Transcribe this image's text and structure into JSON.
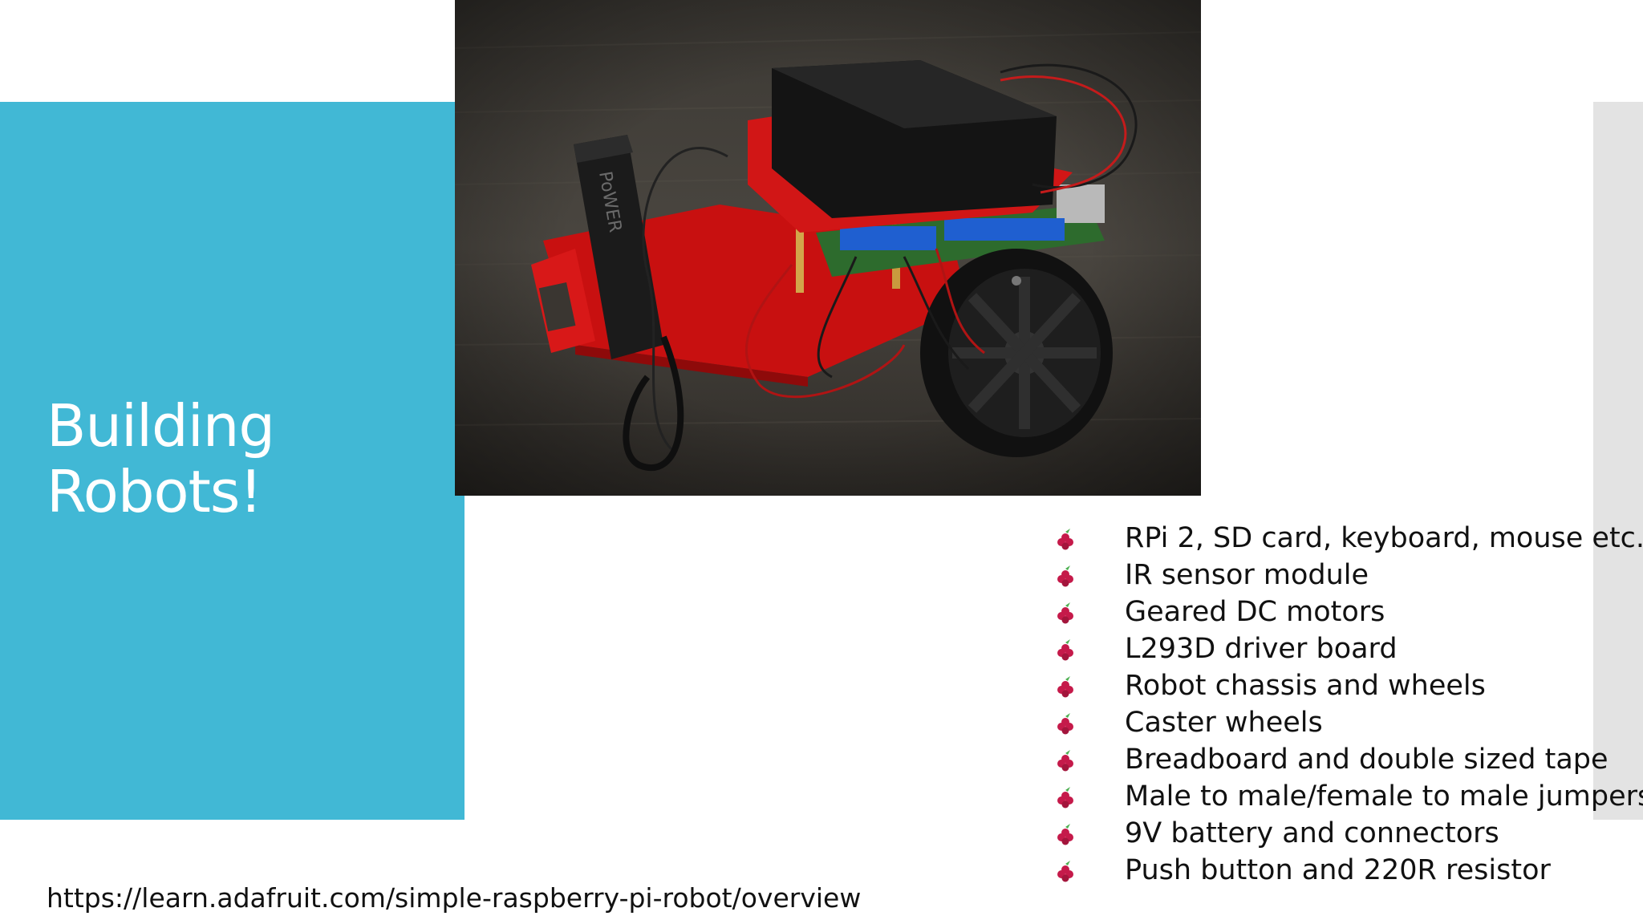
{
  "slide": {
    "title_lines": [
      "Building",
      "Robots!"
    ],
    "photo": {
      "subject": "red-chassis-raspberry-pi-robot",
      "battery_label": "PoWER"
    },
    "bullet_icon": "raspberry-icon",
    "bullets": [
      "RPi 2, SD card, keyboard, mouse etc.",
      "IR sensor module",
      "Geared DC motors",
      "L293D driver board",
      "Robot chassis and wheels",
      "Caster wheels",
      "Breadboard and double sized tape",
      "Male to male/female to male jumpers",
      "9V battery and connectors",
      "Push button and 220R resistor"
    ],
    "source_url": "https://learn.adafruit.com/simple-raspberry-pi-robot/overview"
  },
  "colors": {
    "accent_panel": "#41b8d5",
    "side_bar": "#e3e3e3",
    "chassis_red": "#d41414",
    "background": "#ffffff"
  }
}
